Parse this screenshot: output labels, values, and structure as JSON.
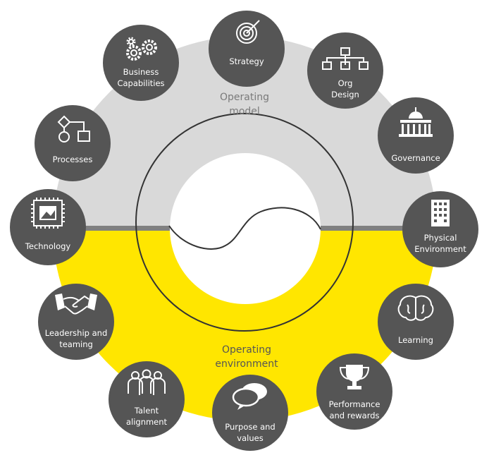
{
  "colors": {
    "node": "#555555",
    "top_ring": "#d9d9d9",
    "bottom_ring": "#ffe600",
    "divider": "#808080",
    "outline": "#333333"
  },
  "zones": {
    "top": {
      "line1": "Operating",
      "line2": "model"
    },
    "bottom": {
      "line1": "Operating",
      "line2": "environment"
    }
  },
  "nodes": [
    {
      "icon": "target-icon",
      "line1": "Strategy",
      "line2": ""
    },
    {
      "icon": "org-chart-icon",
      "line1": "Org",
      "line2": "Design"
    },
    {
      "icon": "capitol-building-icon",
      "line1": "Governance",
      "line2": ""
    },
    {
      "icon": "office-building-icon",
      "line1": "Physical",
      "line2": "Environment"
    },
    {
      "icon": "brain-icon",
      "line1": "Learning",
      "line2": ""
    },
    {
      "icon": "trophy-icon",
      "line1": "Performance",
      "line2": "and rewards"
    },
    {
      "icon": "speech-bubbles-icon",
      "line1": "Purpose and",
      "line2": "values"
    },
    {
      "icon": "people-icon",
      "line1": "Talent",
      "line2": "alignment"
    },
    {
      "icon": "handshake-icon",
      "line1": "Leadership and",
      "line2": "teaming"
    },
    {
      "icon": "chip-icon",
      "line1": "Technology",
      "line2": ""
    },
    {
      "icon": "flowchart-icon",
      "line1": "Processes",
      "line2": ""
    },
    {
      "icon": "gears-icon",
      "line1": "Business",
      "line2": "Capabilities"
    }
  ]
}
